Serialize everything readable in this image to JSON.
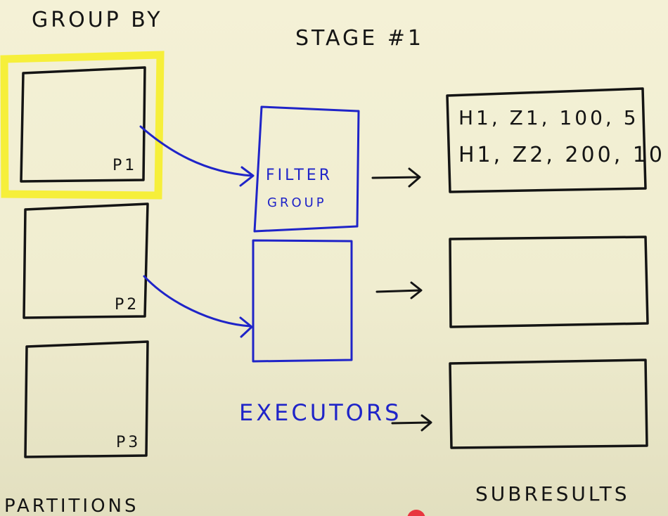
{
  "labels": {
    "group_by": "GROUP BY",
    "stage": "STAGE #1",
    "partitions": "PARTITIONS",
    "subresults": "SUBRESULTS",
    "executors": "EXECUTORS"
  },
  "partitions": [
    {
      "label": "P1",
      "highlighted": true
    },
    {
      "label": "P2",
      "highlighted": false
    },
    {
      "label": "P3",
      "highlighted": false
    }
  ],
  "executor_box": {
    "line1": "FILTER",
    "line2": "GROUP"
  },
  "subresult_rows": [
    "H1, Z1, 100, 5",
    "H1, Z2, 200, 10"
  ],
  "colors": {
    "background": "#f2efd3",
    "ink": "#141414",
    "blue_ink": "#1f24c8",
    "highlight": "#f6ef3a",
    "marker_dot": "#e8363f"
  }
}
